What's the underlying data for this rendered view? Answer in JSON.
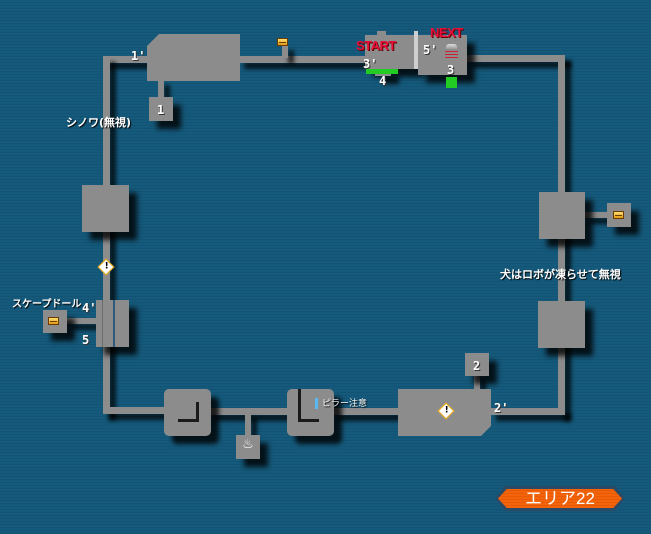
{
  "area": {
    "label": "エリア22"
  },
  "markers": {
    "start": "START",
    "next": "NEXT"
  },
  "notes": {
    "shinowa": "シノワ(無視)",
    "scapedoll": "スケープドール",
    "dog": "犬はロボが凍らせて無視",
    "pillar": "ピラー注意"
  },
  "door_labels": {
    "d1": "1",
    "d1p": "1'",
    "d2": "2",
    "d2p": "2'",
    "d3": "3",
    "d3p": "3'",
    "d4": "4",
    "d4p": "4'",
    "d5": "5",
    "d5p": "5'"
  },
  "icons": {
    "warning": "!",
    "pillar_marker": "!"
  },
  "colors": {
    "background": "#155a7c",
    "room": "#8c8c8c",
    "start_text": "#e8103a",
    "start_pad": "#22cc22",
    "area_badge": "#f2630a"
  }
}
